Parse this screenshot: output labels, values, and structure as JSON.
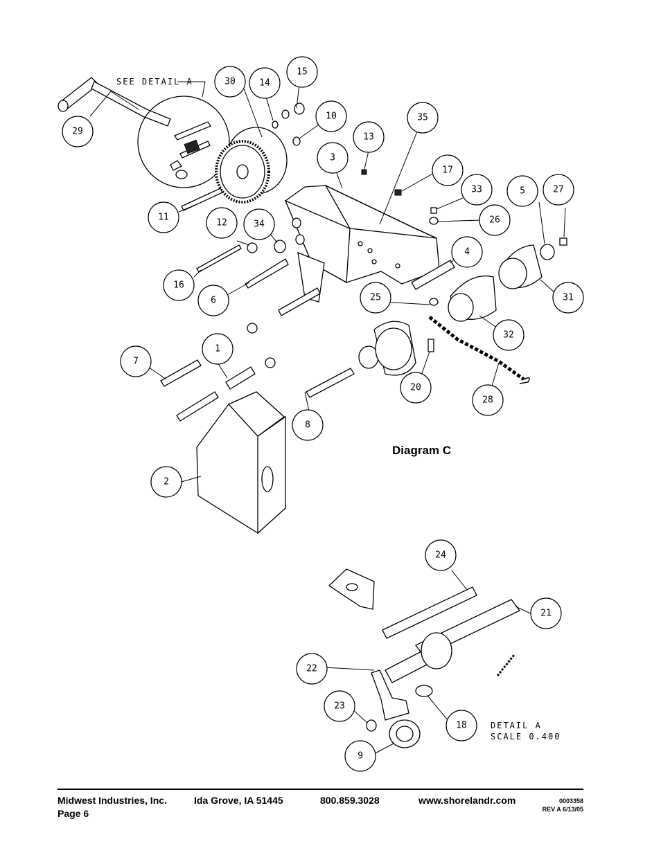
{
  "diagram": {
    "caption": "Diagram C",
    "see_detail_note": "SEE DETAIL A",
    "detail_title": "DETAIL A",
    "detail_scale": "SCALE 0.400",
    "callouts": [
      "29",
      "30",
      "14",
      "15",
      "10",
      "35",
      "13",
      "3",
      "17",
      "33",
      "5",
      "27",
      "26",
      "11",
      "12",
      "34",
      "16",
      "6",
      "4",
      "25",
      "31",
      "32",
      "7",
      "1",
      "20",
      "28",
      "8",
      "2",
      "24",
      "21",
      "22",
      "18",
      "23",
      "9"
    ]
  },
  "footer": {
    "company": "Midwest Industries, Inc.",
    "location": "Ida Grove, IA  51445",
    "phone": "800.859.3028",
    "website": "www.shorelandr.com",
    "page": "Page 6",
    "doc_number": "0003358",
    "revision": "REV A  6/13/05"
  }
}
